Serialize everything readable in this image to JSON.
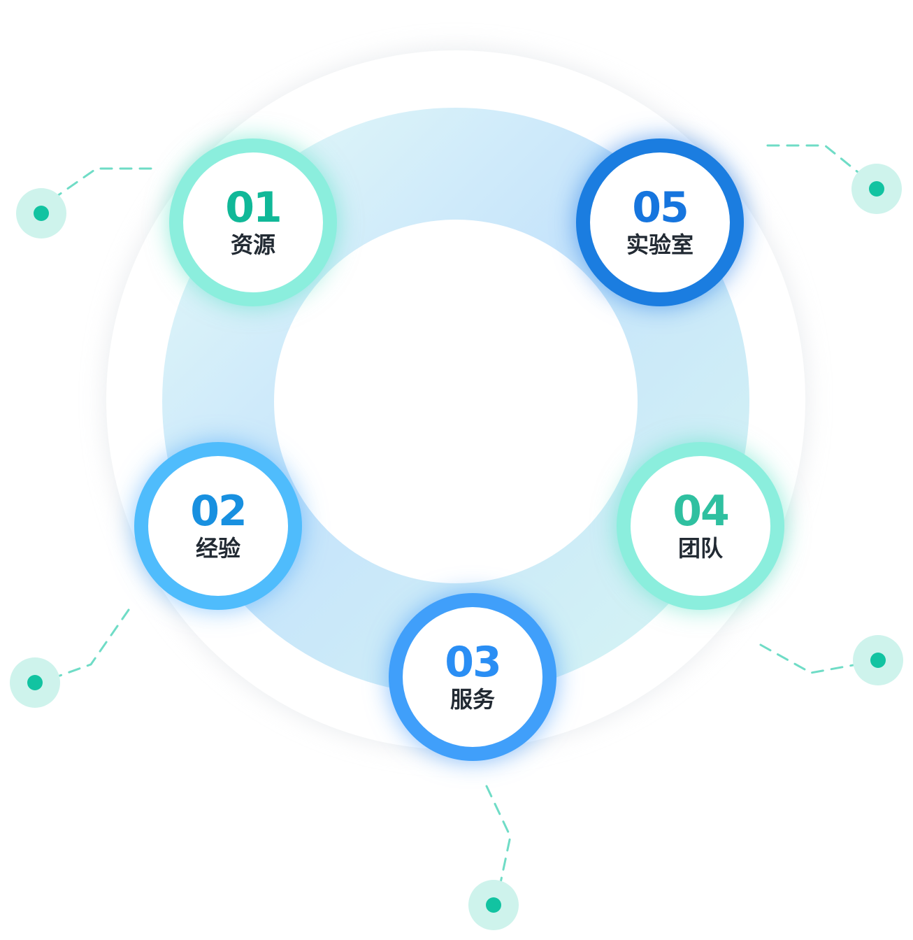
{
  "nodes": [
    {
      "num": "01",
      "label": "资源"
    },
    {
      "num": "02",
      "label": "经验"
    },
    {
      "num": "03",
      "label": "服务"
    },
    {
      "num": "04",
      "label": "团队"
    },
    {
      "num": "05",
      "label": "实验室"
    }
  ],
  "colors": {
    "teal": "#8beedd",
    "teal_text": "#10b898",
    "light_blue": "#4fbcfc",
    "blue": "#409ffa",
    "dark_blue": "#1b7de0",
    "connector": "#6fdcc6",
    "dot": "#12c3a1"
  }
}
